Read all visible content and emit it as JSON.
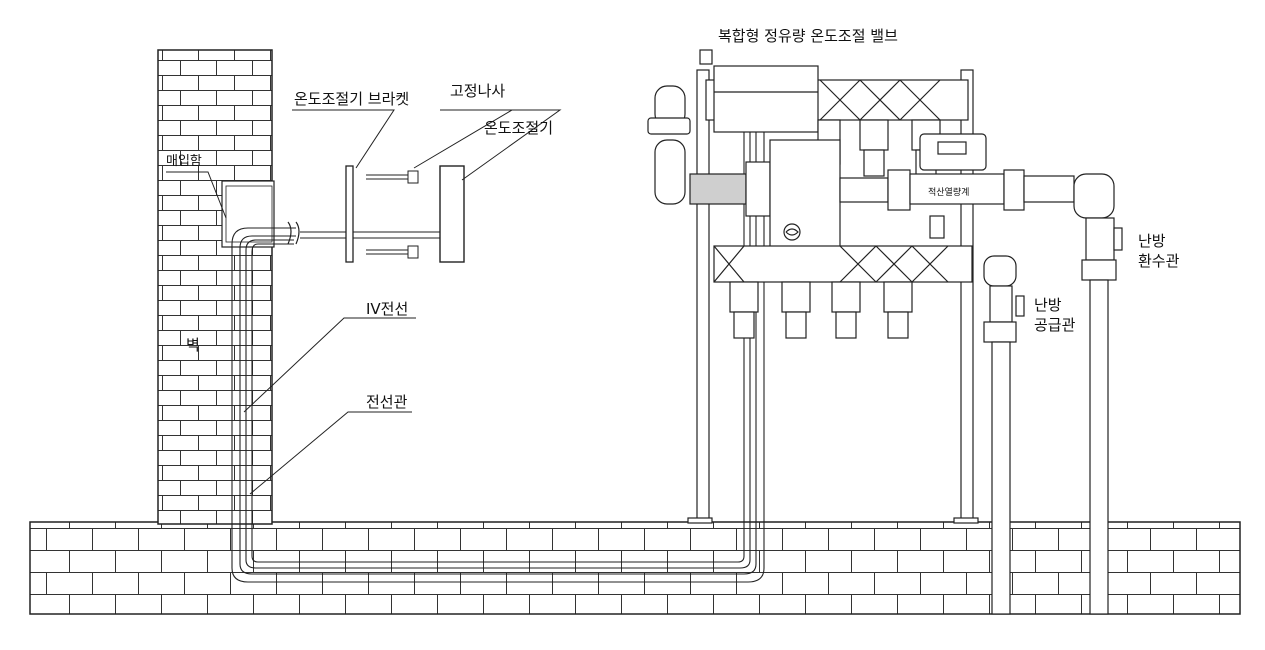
{
  "labels": {
    "main_valve": "복합형 정유량 온도조절 밸브",
    "thermostat_bracket": "온도조절기 브라켓",
    "fixing_screw": "고정나사",
    "thermostat": "온도조절기",
    "embed_box": "매입함",
    "wall": "벽",
    "iv_wire": "IV전선",
    "conduit": "전선관",
    "heat_meter": "적산열량계",
    "supply_pipe_line1": "난방",
    "supply_pipe_line2": "공급관",
    "return_pipe_line1": "난방",
    "return_pipe_line2": "환수관"
  },
  "colors": {
    "line": "#222222",
    "fill": "#ffffff",
    "shade": "#bdbdbd"
  }
}
